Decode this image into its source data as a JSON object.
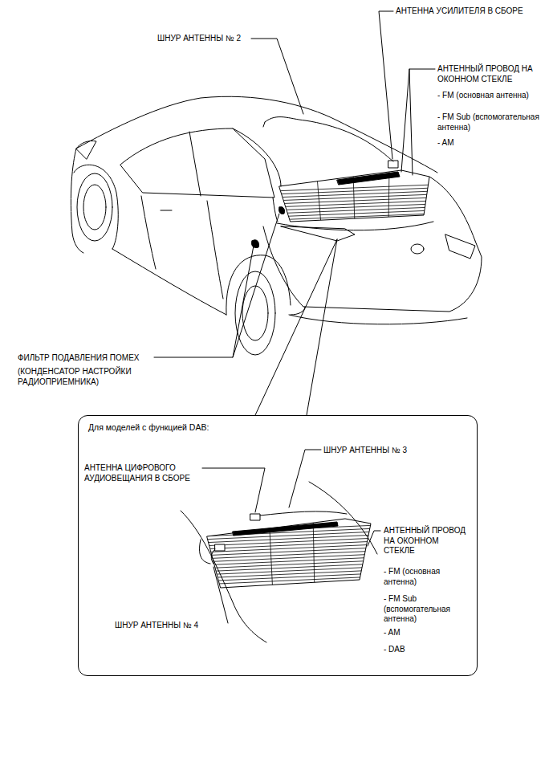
{
  "diagram": {
    "nodes": [
      {
        "text": [
          "Для моделей с функцией DAB:"
        ]
      }
    ],
    "labels": [
      "АНТЕННА УСИЛИТЕЛЯ В СБОРЕ",
      "ШНУР АНТЕННЫ № 2",
      "АНТЕННЫЙ ПРОВОД НА ОКОННОМ СТЕКЛЕ",
      "- FM (основная антенна)",
      "- FM Sub (вспомогательная антенна)",
      "- AM",
      "ФИЛЬТР ПОДАВЛЕНИЯ ПОМЕХ",
      "(КОНДЕНСАТОР НАСТРОЙКИ РАДИОПРИЕМНИКА)",
      "ШНУР АНТЕННЫ № 3",
      "АНТЕННА ЦИФРОВОГО АУДИОВЕЩАНИЯ В СБОРЕ",
      "АНТЕННЫЙ ПРОВОД НА ОКОННОМ СТЕКЛЕ",
      "- FM (основная антенна)",
      "- FM Sub (вспомогательная антенна)",
      "- AM",
      "- DAB",
      "ШНУР АНТЕННЫ № 4"
    ]
  }
}
